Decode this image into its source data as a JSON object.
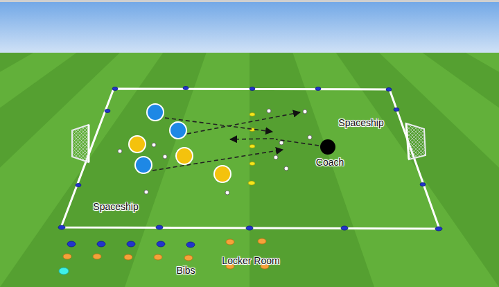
{
  "diagram": {
    "labels": [
      "Spaceship",
      "Coach",
      "Spaceship",
      "Locker Room",
      "Bibs"
    ]
  }
}
